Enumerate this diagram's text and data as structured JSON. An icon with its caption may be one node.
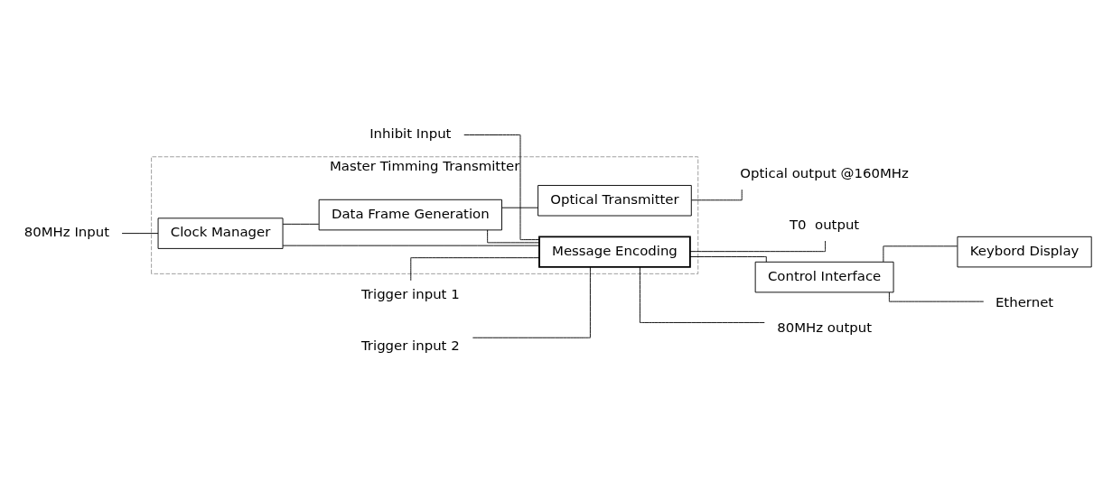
{
  "diagram": {
    "nodes": [
      {
        "text": [
          "Master Timming Transmitter"
        ]
      },
      {
        "text": [
          "Clock Manager"
        ],
        "in": 0
      },
      {
        "text": [
          "Data Frame Generation"
        ],
        "in": 0
      },
      {
        "text": [
          "Optical Transmitter"
        ],
        "in": 0
      },
      {
        "text": [
          "Message Encoding"
        ],
        "in": 0
      },
      {
        "text": [
          "80MHz Input"
        ]
      },
      {
        "text": [
          "Inhibit Input"
        ]
      },
      {
        "text": [
          "Trigger input 1"
        ]
      },
      {
        "text": [
          "Trigger input 2"
        ]
      },
      {
        "text": [
          "Optical output @160MHz"
        ]
      },
      {
        "text": [
          "80MHz output"
        ]
      },
      {
        "text": [
          "T0  output"
        ]
      },
      {
        "text": [
          "Keybord Display"
        ]
      },
      {
        "text": [
          "Control Interface"
        ]
      },
      {
        "text": [
          "Ethernet"
        ]
      }
    ],
    "edges": [
      {
        "from": 5,
        "to": 1,
        "arrow": "none"
      },
      {
        "from": 1,
        "to": 2,
        "arrow": "none"
      },
      {
        "from": 1,
        "to": 4,
        "arrow": "none"
      },
      {
        "from": 2,
        "to": 3,
        "arrow": "none"
      },
      {
        "from": 3,
        "to": 9,
        "arrow": "none"
      },
      {
        "from": 2,
        "to": 4,
        "arrow": "none"
      },
      {
        "from": 6,
        "to": 4,
        "arrow": "none"
      },
      {
        "from": 7,
        "to": 4,
        "arrow": "none"
      },
      {
        "from": 8,
        "to": 4,
        "arrow": "none"
      },
      {
        "from": 4,
        "to": 10,
        "arrow": "none"
      },
      {
        "from": 4,
        "to": 11,
        "arrow": "none"
      },
      {
        "from": 4,
        "to": 13,
        "arrow": "none"
      },
      {
        "from": 13,
        "to": 12,
        "arrow": "none"
      },
      {
        "from": 13,
        "to": 14,
        "arrow": "none"
      }
    ]
  }
}
